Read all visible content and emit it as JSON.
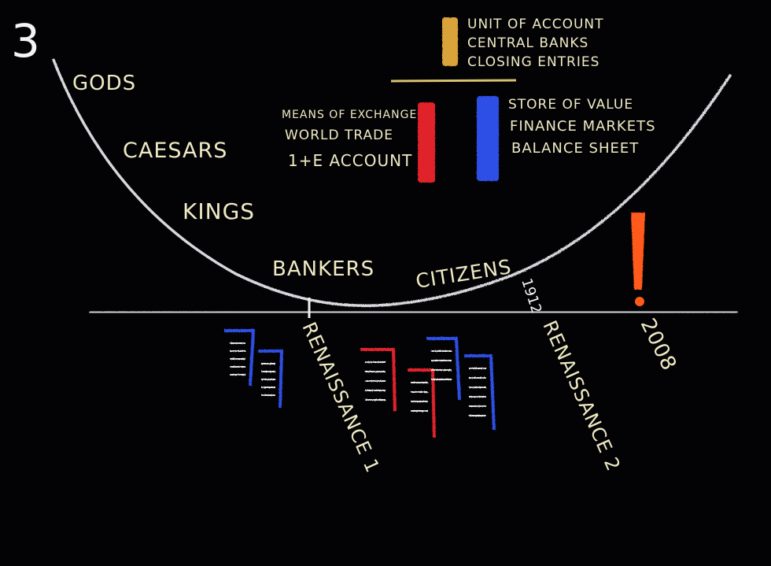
{
  "page_number": "3",
  "eras": {
    "gods": "GODS",
    "caesars": "CAESARS",
    "kings": "KINGS",
    "bankers": "BANKERS",
    "citizens": "CITIZENS"
  },
  "timeline_marks": {
    "year_1912": "1912",
    "renaissance_1": "RENAISSANCE 1",
    "renaissance_2": "RENAISSANCE 2",
    "year_2008": "2008"
  },
  "legend": {
    "gold": {
      "color": "#d9a23a",
      "lines": [
        "UNIT OF ACCOUNT",
        "CENTRAL BANKS",
        "CLOSING ENTRIES"
      ]
    },
    "red": {
      "color": "#e0202a",
      "lines": [
        "MEANS OF EXCHANGE",
        "WORLD TRADE",
        "1+E ACCOUNT"
      ]
    },
    "blue": {
      "color": "#2e4fe6",
      "lines": [
        "STORE OF VALUE",
        "FINANCE MARKETS",
        "BALANCE SHEET"
      ]
    }
  },
  "colors": {
    "chalk_text": "#efeac4",
    "chalk_line": "#d8d8dc",
    "exclamation": "#ff5a1a",
    "board": "#030305"
  }
}
